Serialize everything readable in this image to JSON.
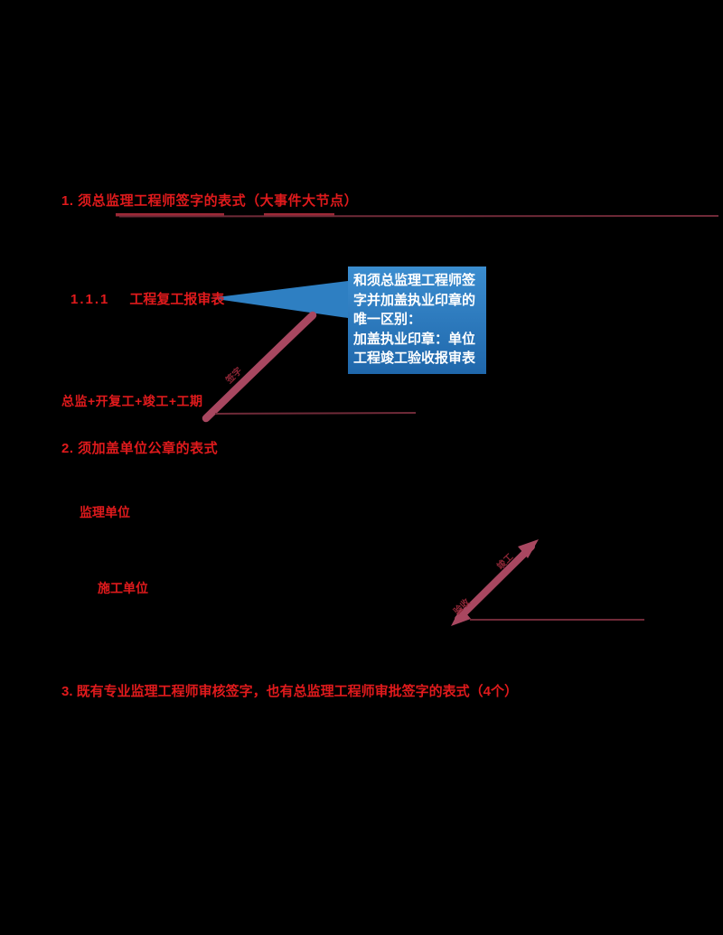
{
  "slide": {
    "background": "#000000",
    "colors": {
      "red_text": "#e01a1c",
      "maroon_stroke": "#a84760",
      "thin_line": "#6f2a38",
      "underline_mark": "#9c2836",
      "callout_blue_top": "#3b8dcf",
      "callout_blue_bottom": "#1f67ab",
      "callout_text": "#ffffff"
    },
    "heading1": "1. 须总监理工程师签字的表式（大事件大节点）",
    "sub_number": "1.1.1",
    "sub_title": "工程复工报审表",
    "mnemonic": "总监+开复工+竣工+工期",
    "heading2": "2. 须加盖单位公章的表式",
    "unit_item_1": "监理单位",
    "unit_item_2": "施工单位",
    "heading3": "3. 既有专业监理工程师审核签字，也有总监理工程师审批签字的表式（4个）",
    "callout_text": "和须总监理工程师签字并加盖执业印章的唯一区别：\n加盖执业印章：单位工程竣工验收报审表",
    "stroke_a_label": "签字",
    "stroke_b_label_top": "竣工",
    "stroke_b_label_mid": "验收"
  }
}
